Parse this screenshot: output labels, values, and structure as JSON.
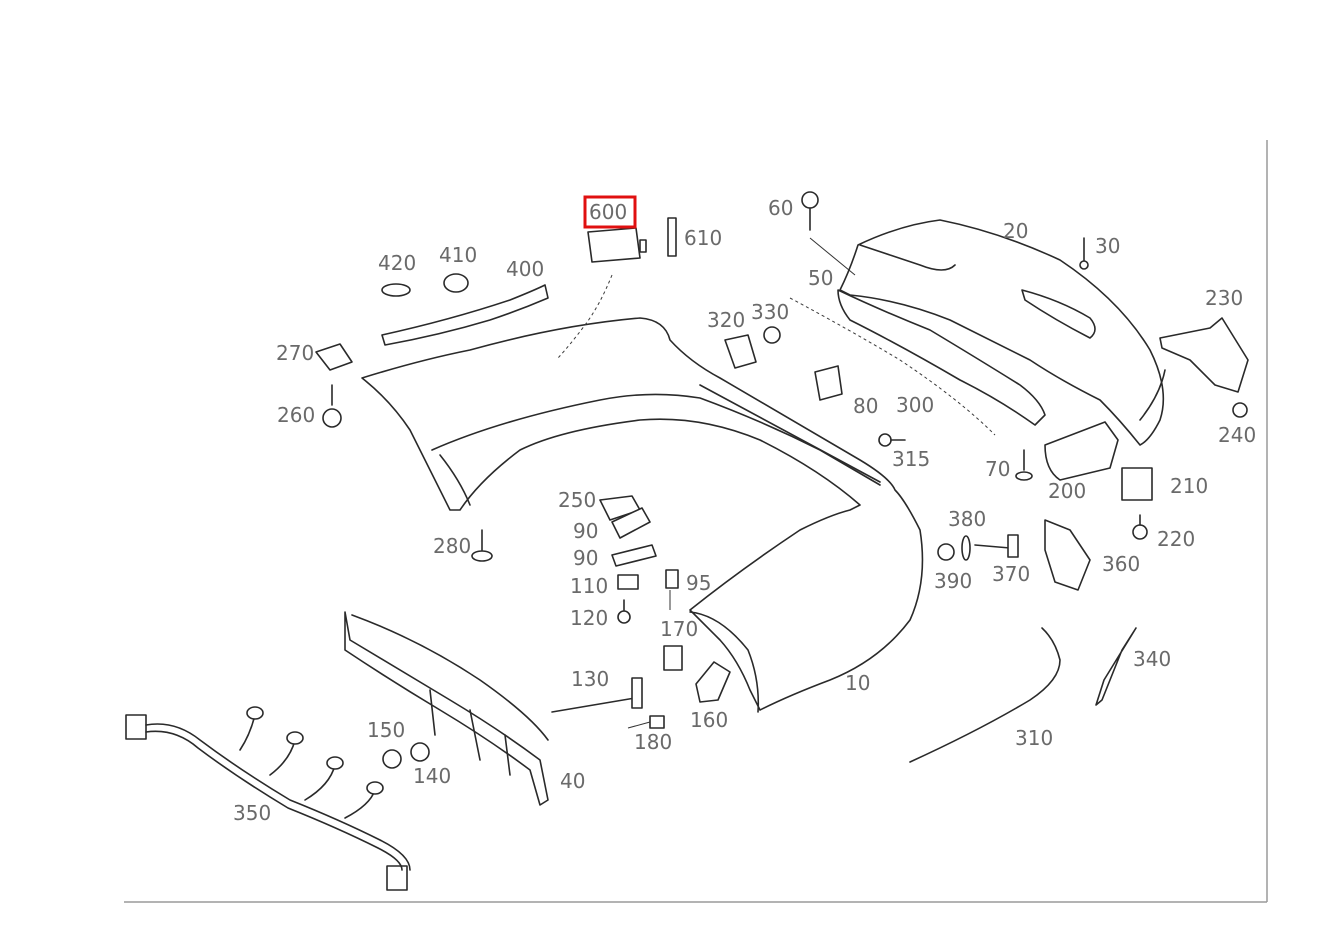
{
  "diagram": {
    "highlight_color": "#e01010",
    "highlighted_part": "600",
    "labels": {
      "p10": "10",
      "p20": "20",
      "p30": "30",
      "p40": "40",
      "p50": "50",
      "p60": "60",
      "p70": "70",
      "p80": "80",
      "p90a": "90",
      "p90b": "90",
      "p95": "95",
      "p110": "110",
      "p120": "120",
      "p130": "130",
      "p140": "140",
      "p150": "150",
      "p160": "160",
      "p170": "170",
      "p180": "180",
      "p200": "200",
      "p210": "210",
      "p220": "220",
      "p230": "230",
      "p240": "240",
      "p250": "250",
      "p260": "260",
      "p270": "270",
      "p280": "280",
      "p300": "300",
      "p310": "310",
      "p315": "315",
      "p320": "320",
      "p330": "330",
      "p340": "340",
      "p350": "350",
      "p360": "360",
      "p370": "370",
      "p380": "380",
      "p390": "390",
      "p400": "400",
      "p410": "410",
      "p420": "420",
      "p600": "600",
      "p610": "610"
    }
  }
}
